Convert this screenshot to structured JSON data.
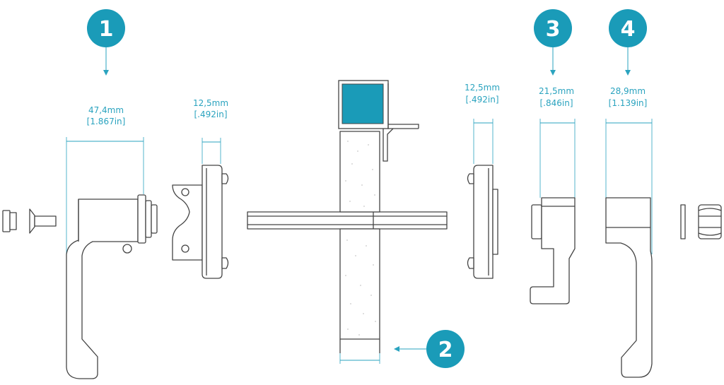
{
  "accent_color": "#1a9bb8",
  "callouts": [
    {
      "number": "1"
    },
    {
      "number": "2"
    },
    {
      "number": "3"
    },
    {
      "number": "4"
    }
  ],
  "dimensions": [
    {
      "mm": "47,4mm",
      "inch": "[1.867in]"
    },
    {
      "mm": "12,5mm",
      "inch": "[.492in]"
    },
    {
      "mm": "12,5mm",
      "inch": "[.492in]"
    },
    {
      "mm": "21,5mm",
      "inch": "[.846in]"
    },
    {
      "mm": "28,9mm",
      "inch": "[1.139in]"
    }
  ]
}
